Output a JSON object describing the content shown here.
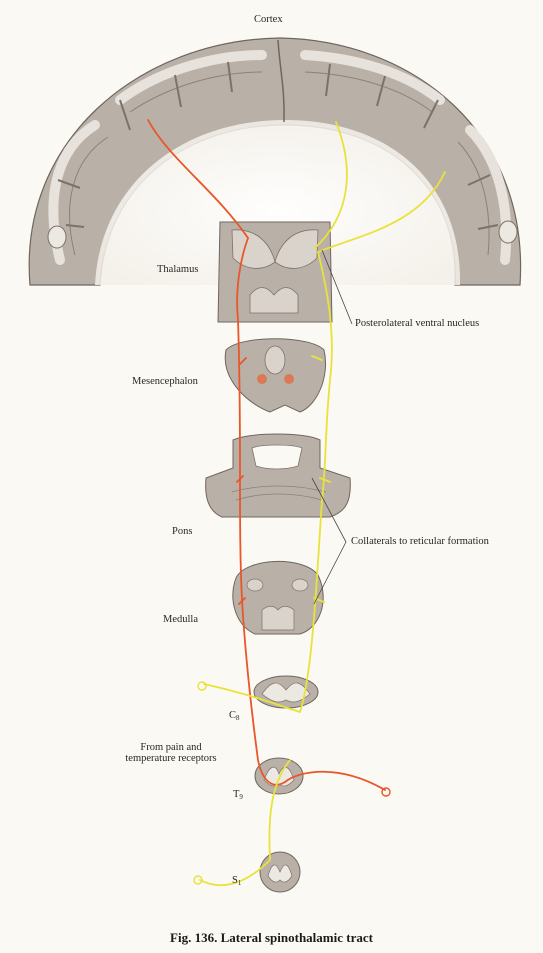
{
  "labels": {
    "cortex": "Cortex",
    "thalamus": "Thalamus",
    "posterolateral": "Posterolateral ventral nucleus",
    "mesencephalon": "Mesencephalon",
    "pons": "Pons",
    "collaterals": "Collaterals to reticular formation",
    "medulla": "Medulla",
    "c8_letter": "C",
    "c8_sub": "8",
    "from_pain_line1": "From pain and",
    "from_pain_line2": "temperature receptors",
    "t9_letter": "T",
    "t9_sub": "9",
    "s1_letter": "S",
    "s1_sub": "1"
  },
  "caption": "Fig. 136. Lateral spinothalamic tract",
  "colors": {
    "background": "#fbf9f4",
    "tissue": "#b9b1a8",
    "tissue_light": "#d9d3cc",
    "tissue_dark": "#8b8178",
    "white_matter": "#ece8e2",
    "pathway_red": "#e8572a",
    "pathway_yellow": "#e9e23a",
    "leader_line": "#4a4540"
  }
}
